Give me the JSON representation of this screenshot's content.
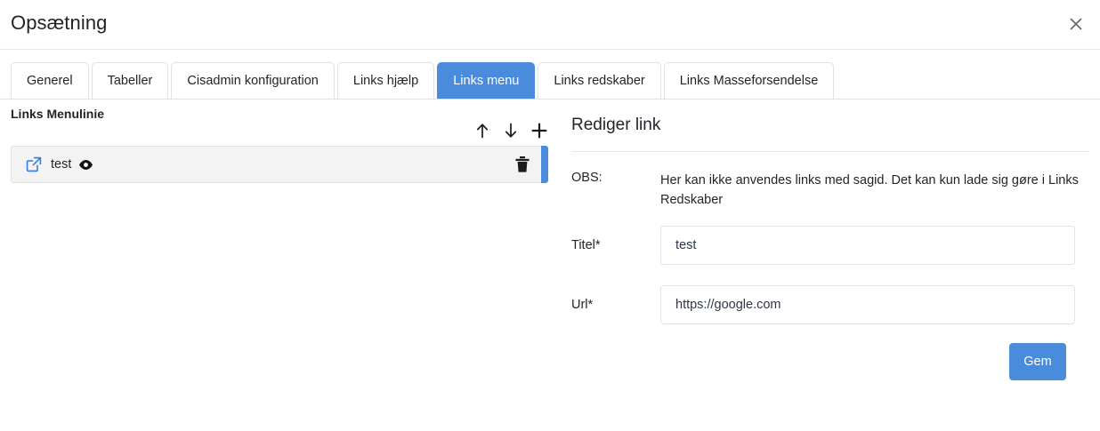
{
  "header": {
    "title": "Opsætning",
    "close_icon": "close-icon"
  },
  "tabs": [
    {
      "label": "Generel",
      "active": false
    },
    {
      "label": "Tabeller",
      "active": false
    },
    {
      "label": "Cisadmin konfiguration",
      "active": false
    },
    {
      "label": "Links hjælp",
      "active": false
    },
    {
      "label": "Links menu",
      "active": true
    },
    {
      "label": "Links redskaber",
      "active": false
    },
    {
      "label": "Links Masseforsendelse",
      "active": false
    }
  ],
  "left_pane": {
    "section_label": "Links Menulinie",
    "toolbar": {
      "move_up_icon": "arrow-up-icon",
      "move_down_icon": "arrow-down-icon",
      "add_icon": "plus-icon"
    },
    "items": [
      {
        "label": "test",
        "external_icon": "external-link-icon",
        "visibility_icon": "eye-icon",
        "delete_icon": "trash-icon",
        "selected": true
      }
    ]
  },
  "right_pane": {
    "title": "Rediger link",
    "note_label": "OBS:",
    "note_text": "Her kan ikke anvendes links med sagid. Det kan kun lade sig gøre i Links Redskaber",
    "fields": [
      {
        "label": "Titel*",
        "value": "test",
        "placeholder": ""
      },
      {
        "label": "Url*",
        "value": "https://google.com",
        "placeholder": ""
      }
    ],
    "save_label": "Gem"
  },
  "colors": {
    "accent": "#4a8cdb",
    "row_background": "#f3f3f3",
    "border": "#dfe1e4",
    "text": "#212529",
    "input_text": "#2e3748"
  }
}
